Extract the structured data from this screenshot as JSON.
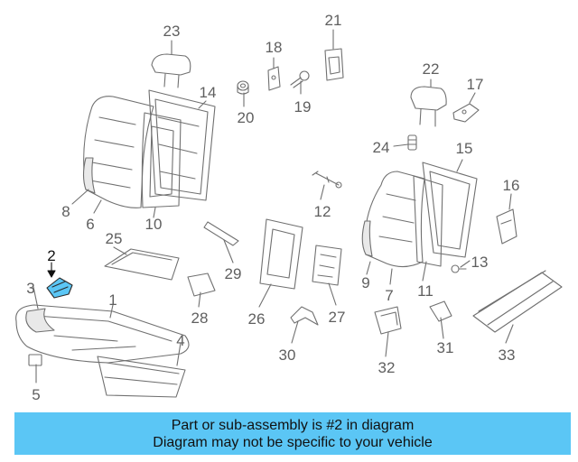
{
  "banner": {
    "line1": "Part or sub-assembly is #2 in diagram",
    "line2": "Diagram may not be specific to your vehicle",
    "background": "#5bc6f5"
  },
  "highlight": {
    "part_number": "2",
    "color": "#5bc6f5"
  },
  "callouts": {
    "c1": "1",
    "c2": "2",
    "c3": "3",
    "c4": "4",
    "c5": "5",
    "c6": "6",
    "c7": "7",
    "c8": "8",
    "c9": "9",
    "c10": "10",
    "c11": "11",
    "c12": "12",
    "c13": "13",
    "c14": "14",
    "c15": "15",
    "c16": "16",
    "c17": "17",
    "c18": "18",
    "c19": "19",
    "c20": "20",
    "c21": "21",
    "c22": "22",
    "c23": "23",
    "c24": "24",
    "c25": "25",
    "c26": "26",
    "c27": "27",
    "c28": "28",
    "c29": "29",
    "c30": "30",
    "c31": "31",
    "c32": "32",
    "c33": "33"
  }
}
